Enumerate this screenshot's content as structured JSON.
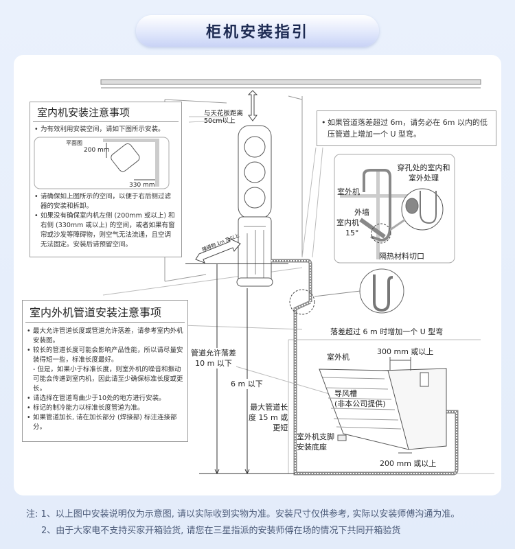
{
  "title": "柜机安装指引",
  "indoor_box": {
    "heading": "室内机安装注意事项",
    "intro": "为有效利用安装空间，请如下图所示安装。",
    "plan_label": "平面图",
    "dim_left": "200 mm",
    "dim_right": "330 mm",
    "items": [
      "请确保如上图所示的空间，以便于右后侧过滤器的安装和拆卸。",
      "如果没有确保室内机左侧 (200mm 或以上) 和右侧 (330mm 或以上) 的空间，或者如果有窗帘或沙发等障碍物，则空气无法流通，且空调无法固定。安装后请预留空间。"
    ]
  },
  "pipe_box": {
    "heading": "室内外机管道安装注意事项",
    "items": [
      {
        "text": "最大允许管道长度或管道允许落差，请参考室内外机安装图。",
        "sub": false
      },
      {
        "text": "较长的管道长度可能会影响产品性能，所以请尽量安装得短一些，标准长度最好。",
        "sub": false
      },
      {
        "text": "- 但是，如果小于标准长度，则室外机的噪音和振动可能会传递到室内机，因此请至少确保标准长度或更长。",
        "sub": true
      },
      {
        "text": "请选择在管道弯曲少于10处的地方进行安装。",
        "sub": false
      },
      {
        "text": "标记的制冷能力以标准长度管道为准。",
        "sub": false
      },
      {
        "text": "如果管道加长, 请在加长部分 (焊接部) 标注连接部分。",
        "sub": false
      }
    ]
  },
  "u_bend_box": {
    "text": "如果管道落差超过 6m，请务必在 6m 以内的低压管道上增加一个 U 型弯。",
    "wall_detail": {
      "outdoor": "室外机",
      "outer_wall": "外墙",
      "indoor": "室内机",
      "angle": "15°",
      "hole_treatment": "穿孔处的室内和室外处理",
      "insulation_cut": "隔热材料切口"
    }
  },
  "diagram": {
    "ceiling_clearance": "与天花板距离\n50cm以上",
    "ceiling_clearance_l1": "与天花板距离",
    "ceiling_clearance_l2": "50cm以上",
    "obstacle": "障碍物 1m 及以上",
    "allowed_drop_l1": "管道允许落差",
    "allowed_drop_l2": "10 m 以下",
    "six_m": "6 m 以下",
    "max_length_l1": "最大管道长",
    "max_length_l2": "度 15 m 或",
    "max_length_l3": "更短",
    "u_bend_note": "落差超过 6 m 时增加一个 U 型弯",
    "outdoor_unit": "室外机",
    "clearance_top": "300 mm 或以上",
    "duct_l1": "导风槽",
    "duct_l2": "(非本公司提供)",
    "base_l1": "室外机支脚",
    "base_l2": "安装底座",
    "clearance_bottom": "200 mm 或以上"
  },
  "notes": [
    "注: 1、以上图中安装说明仅为示意图, 请以实际收到实物为准。安装尺寸仅供参考, 实际以安装师傅沟通为准。",
    "2、由于大家电不支持买家开箱验货, 请您在三星指派的安装师傅在场的情况下共同开箱验货"
  ]
}
